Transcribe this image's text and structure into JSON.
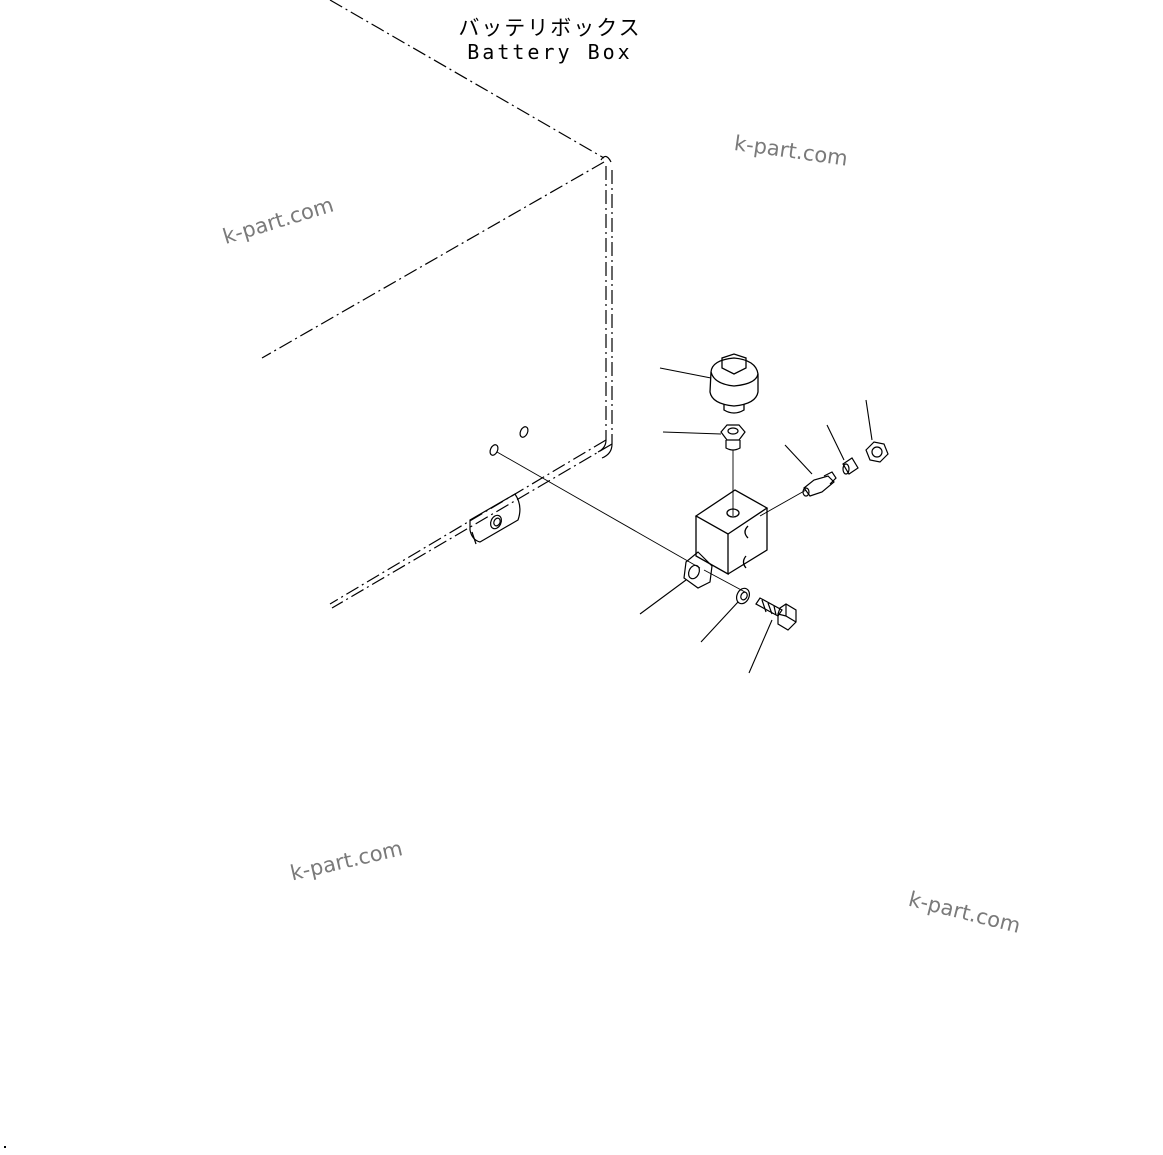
{
  "caption": {
    "japanese": "バッテリボックス",
    "english": "Battery Box"
  },
  "watermarks": [
    "k-part.com",
    "k-part.com",
    "k-part.com",
    "k-part.com"
  ],
  "colors": {
    "line": "#000000",
    "watermark": "#7a7a7a",
    "background": "#ffffff"
  }
}
